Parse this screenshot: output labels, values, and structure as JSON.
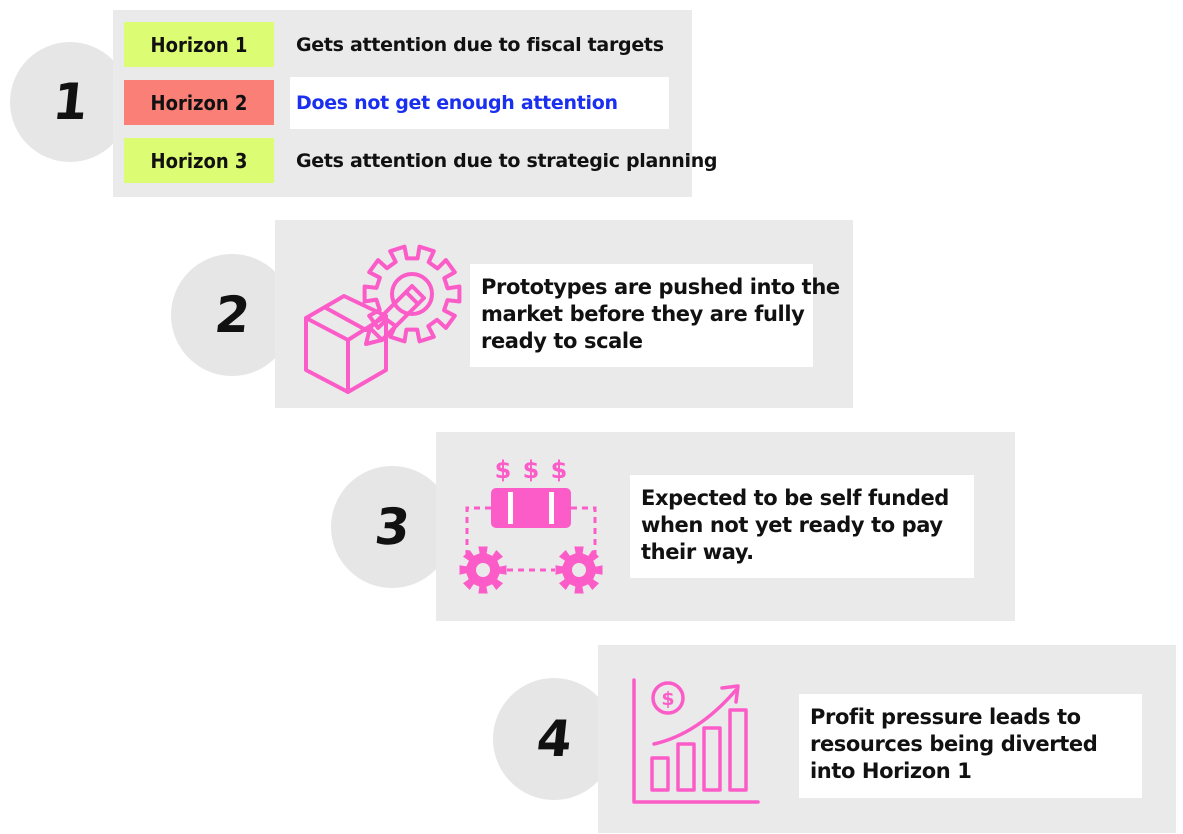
{
  "steps": [
    {
      "number": "1",
      "rows": [
        {
          "label": "Horizon 1",
          "text": "Gets attention due to fiscal targets",
          "label_color": "#dcfd73",
          "highlight": false
        },
        {
          "label": "Horizon 2",
          "text": "Does not get enough attention",
          "label_color": "#f97f77",
          "highlight": true
        },
        {
          "label": "Horizon 3",
          "text": "Gets attention due to strategic planning",
          "label_color": "#dcfd73",
          "highlight": false
        }
      ]
    },
    {
      "number": "2",
      "icon": "box-with-gear-and-pencil-icon",
      "lines": [
        "Prototypes are pushed into the",
        "market before they are fully",
        "ready to scale"
      ]
    },
    {
      "number": "3",
      "icon": "money-and-gears-icon",
      "lines": [
        "Expected to be self funded",
        "when not yet ready to pay",
        "their way."
      ]
    },
    {
      "number": "4",
      "icon": "rising-profit-chart-icon",
      "lines": [
        "Profit pressure leads to",
        "resources being diverted",
        "into Horizon 1"
      ]
    }
  ],
  "colors": {
    "icon_pink": "#fb5cc8",
    "highlight_text": "#1a2ff0",
    "panel_gray": "#eaeaea",
    "circle_gray": "#e6e6e6"
  }
}
